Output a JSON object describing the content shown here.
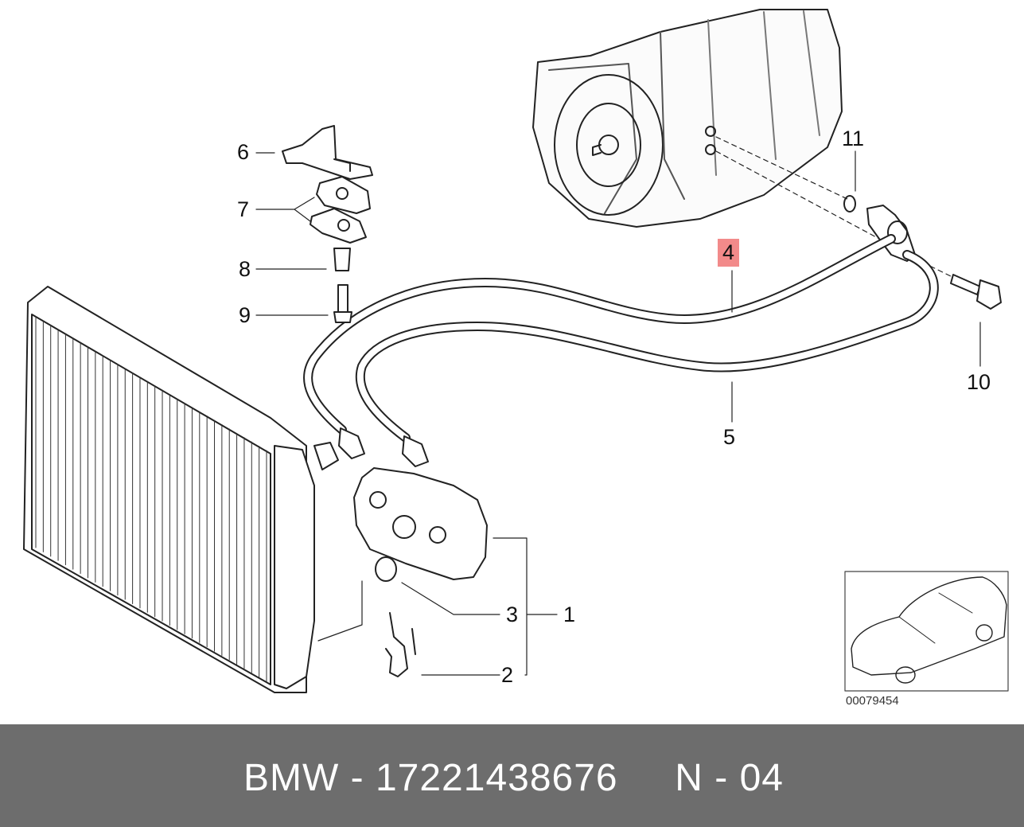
{
  "callouts": {
    "c1": "1",
    "c2": "2",
    "c3": "3",
    "c4": "4",
    "c5": "5",
    "c6": "6",
    "c7": "7",
    "c8": "8",
    "c9": "9",
    "c10": "10",
    "c11": "11"
  },
  "highlighted_part": "4",
  "highlight_color": "#f28a8a",
  "reference_code": "00079454",
  "footer": {
    "brand": "BMW",
    "part_number": "17221438676",
    "position": "N - 04",
    "text": "BMW - 17221438676     N - 04",
    "background": "#6d6d6d"
  }
}
